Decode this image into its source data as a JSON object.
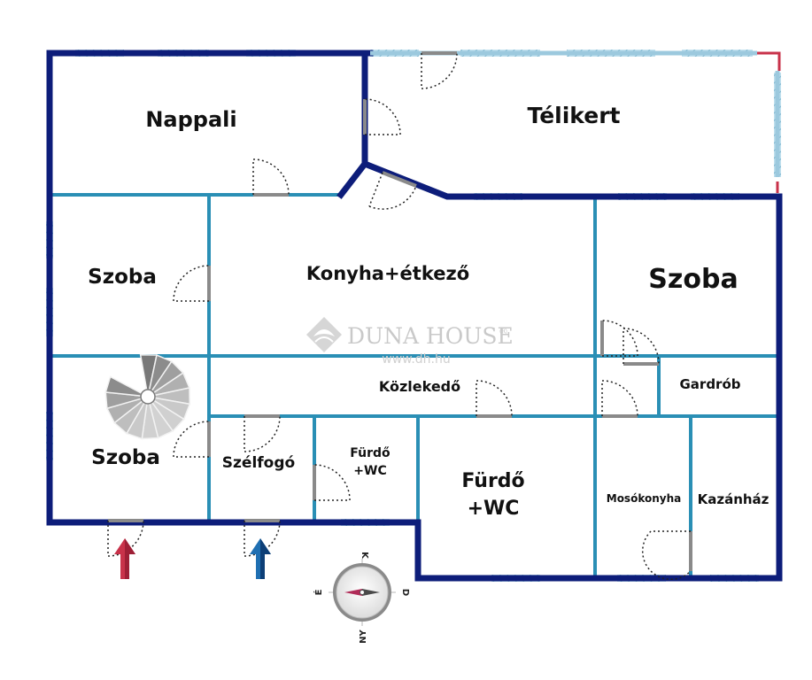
{
  "colors": {
    "outer_wall": "#0d1d7a",
    "inner_wall": "#2a8fb5",
    "window": "#9cc9de",
    "door_swing": "#222222",
    "door_leaf": "#8a8a8a",
    "accent_red": "#c8324a",
    "accent_blue": "#1f6fb2",
    "watermark": "#c9c9c9"
  },
  "rooms": {
    "nappali": "Nappali",
    "telikert": "Télikert",
    "szoba_left": "Szoba",
    "konyha": "Konyha+étkező",
    "szoba_right": "Szoba",
    "kozlekedo": "Közlekedő",
    "gardrob": "Gardrób",
    "szoba_stair": "Szoba",
    "szelfogo": "Szélfogó",
    "furdo_small_1": "Fürdő",
    "furdo_small_2": "+WC",
    "furdo_big_1": "Fürdő",
    "furdo_big_2": "+WC",
    "mosokonyha": "Mosókonyha",
    "kazanhaz": "Kazánház"
  },
  "watermark": {
    "brand": "DUNA HOUSE",
    "registered": "®",
    "url": "www.dh.hu"
  },
  "compass": {
    "north": "K",
    "east": "D",
    "south": "NY",
    "west": "É"
  },
  "entrances": [
    {
      "name": "entrance-arrow-red",
      "color": "#c8324a"
    },
    {
      "name": "entrance-arrow-blue",
      "color": "#1f6fb2"
    }
  ],
  "icons": {
    "stair": "spiral-staircase-icon",
    "compass": "compass-icon",
    "logo": "duna-house-logo-icon"
  }
}
